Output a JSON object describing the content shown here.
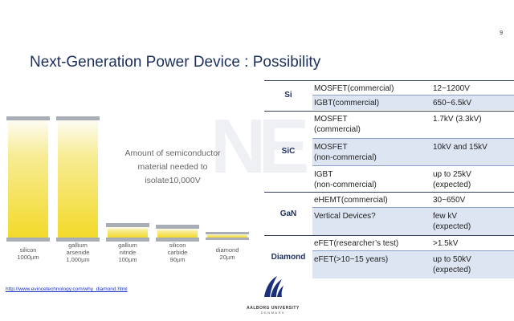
{
  "slide_number": "9",
  "title": "Next-Generation Power Device : Possibility",
  "watermark": "NE",
  "bars": [
    {
      "label_line1": "silicon",
      "label_line2": "1000µm",
      "label_line3": "",
      "relative_thickness": 1000
    },
    {
      "label_line1": "gallium",
      "label_line2": "arsenide",
      "label_line3": "1,000µm",
      "relative_thickness": 1000
    },
    {
      "label_line1": "gallium",
      "label_line2": "nitride",
      "label_line3": "100µm",
      "relative_thickness": 100
    },
    {
      "label_line1": "silicon",
      "label_line2": "carbide",
      "label_line3": "90µm",
      "relative_thickness": 90
    },
    {
      "label_line1": "diamond",
      "label_line2": "20µm",
      "label_line3": "",
      "relative_thickness": 20
    }
  ],
  "caption": {
    "line1": "Amount of semiconductor",
    "line2": "material needed to",
    "line3": "isolate10,000V"
  },
  "link": "http://www.evincetechnology.com/why_diamond.html",
  "table": {
    "categories": {
      "si": "Si",
      "sic": "SiC",
      "gan": "GaN",
      "diamond": "Diamond"
    },
    "rows": [
      {
        "dev1": "MOSFET(commercial)",
        "dev2": "",
        "val1": "12~1200V",
        "val2": ""
      },
      {
        "dev1": "IGBT(commercial)",
        "dev2": "",
        "val1": "650~6.5kV",
        "val2": ""
      },
      {
        "dev1": "MOSFET",
        "dev2": "(commercial)",
        "val1": "1.7kV (3.3kV)",
        "val2": ""
      },
      {
        "dev1": "MOSFET",
        "dev2": "(non-commercial)",
        "val1": "10kV and 15kV",
        "val2": ""
      },
      {
        "dev1": "IGBT",
        "dev2": "(non-commercial)",
        "val1": "up to 25kV",
        "val2": "(expected)"
      },
      {
        "dev1": "eHEMT(commercial)",
        "dev2": "",
        "val1": "30~650V",
        "val2": ""
      },
      {
        "dev1": "Vertical Devices?",
        "dev2": "",
        "val1": "few kV",
        "val2": "(expected)"
      },
      {
        "dev1": "eFET(researcher’s test)",
        "dev2": "",
        "val1": ">1.5kV",
        "val2": ""
      },
      {
        "dev1": "eFET(>10~15 years)",
        "dev2": "",
        "val1": "up to 50kV",
        "val2": "(expected)"
      }
    ]
  },
  "logo": {
    "name": "AALBORG UNIVERSITY",
    "country": "DENMARK"
  }
}
